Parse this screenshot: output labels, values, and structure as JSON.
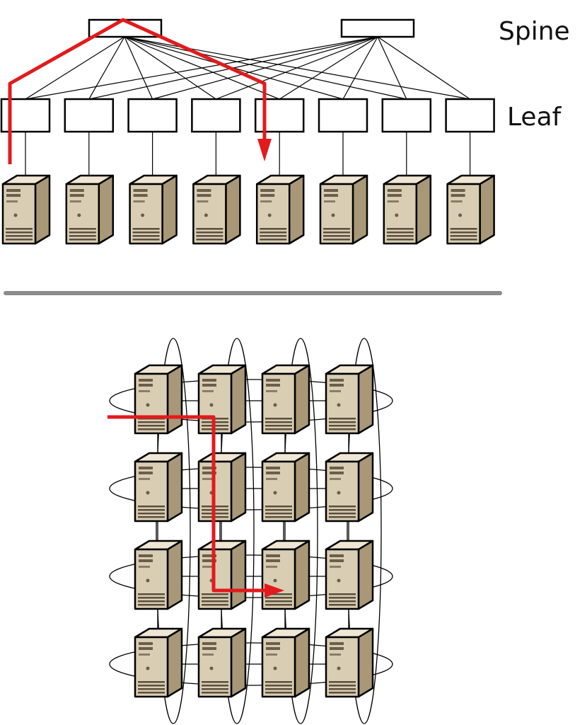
{
  "labels": {
    "spine": "Spine",
    "leaf": "Leaf"
  },
  "colors": {
    "route": "#e31a1c",
    "link": "#000000",
    "divider": "#8c8c8c",
    "server_front": "#d9cdb4",
    "server_side": "#a89878",
    "server_top": "#efe6d3"
  },
  "topologies": [
    {
      "name": "leaf-spine",
      "spine_switches": 2,
      "leaf_switches": 8,
      "servers_per_leaf": 1
    },
    {
      "name": "torus",
      "rows": 4,
      "columns": 4
    }
  ],
  "icons": [
    "server-icon",
    "switch-icon",
    "route-arrow-icon"
  ]
}
